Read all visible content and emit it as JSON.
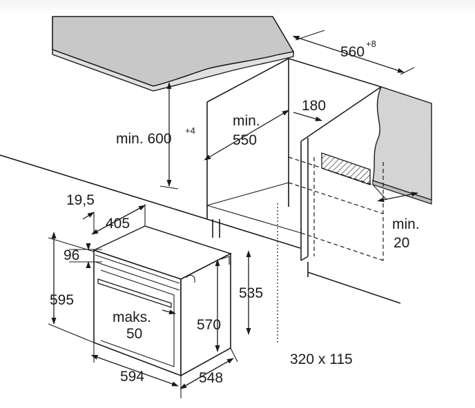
{
  "dimensions": {
    "niche_depth": "560",
    "niche_depth_tolerance": "+8",
    "niche_height": "min. 600",
    "niche_height_tolerance": "+4",
    "depth_min_prefix": "min.",
    "depth_min_value": "550",
    "back_gap": "180",
    "side_gap_prefix": "min.",
    "side_gap_value": "20",
    "front_offset": "19,5",
    "top_depth": "405",
    "panel_height": "96",
    "total_height": "595",
    "body_height": "535",
    "inner_height": "570",
    "handle_prefix": "maks.",
    "handle_value": "50",
    "width": "594",
    "depth": "548",
    "vent_cutout": "320 x 115"
  }
}
